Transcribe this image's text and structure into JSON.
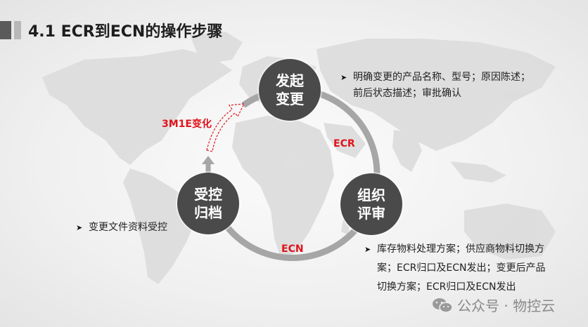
{
  "slide": {
    "title": "4.1 ECR到ECN的操作步骤",
    "accent_color": "#e0141b",
    "node_color": "#4a4a4a"
  },
  "diagram": {
    "nodes": [
      {
        "id": "initiate",
        "line1": "发起",
        "line2": "变更"
      },
      {
        "id": "review",
        "line1": "组织",
        "line2": "评审"
      },
      {
        "id": "archive",
        "line1": "受控",
        "line2": "归档"
      }
    ],
    "edge_labels": {
      "ecr": "ECR",
      "ecn": "ECN",
      "change_3m1e": "3M1E变化"
    }
  },
  "notes": {
    "initiate": {
      "lines": [
        "明确变更的产品名称、型号；原因陈述；",
        "前后状态描述；审批确认"
      ]
    },
    "archive": {
      "lines": [
        "变更文件资料受控"
      ]
    },
    "review": {
      "lines": [
        "库存物料处理方案；供应商物料切换方",
        "案；ECR归口及ECN发出；变更后产品",
        "切换方案；ECR归口及ECN发出"
      ]
    }
  },
  "watermark": {
    "icon": "wechat-icon",
    "text": "公众号 · 物控云"
  }
}
